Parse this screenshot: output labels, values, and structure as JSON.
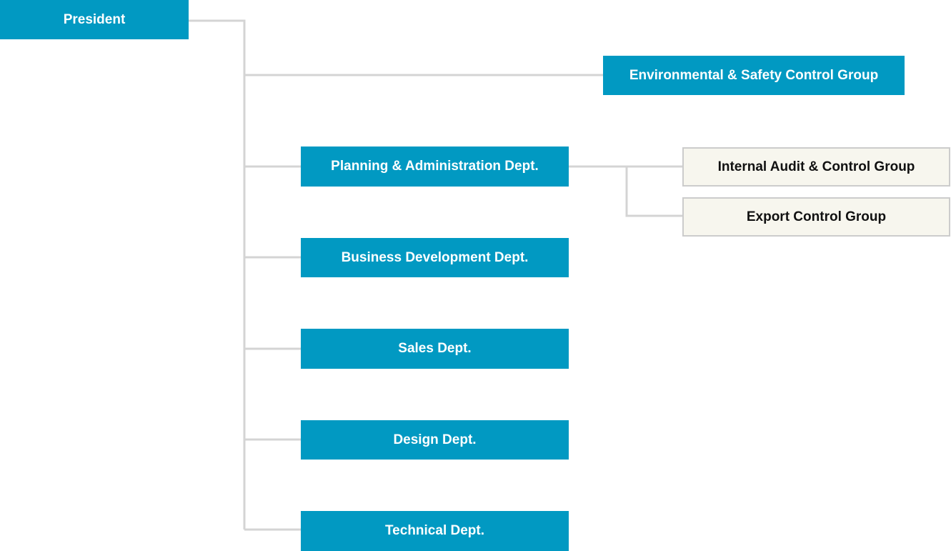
{
  "org_chart": {
    "root": {
      "label": "President"
    },
    "staff_units": [
      {
        "label": "Environmental & Safety Control Group"
      }
    ],
    "departments": [
      {
        "label": "Planning & Administration Dept.",
        "sub_groups": [
          {
            "label": "Internal Audit & Control Group"
          },
          {
            "label": "Export Control Group"
          }
        ]
      },
      {
        "label": "Business Development Dept."
      },
      {
        "label": "Sales Dept."
      },
      {
        "label": "Design Dept."
      },
      {
        "label": "Technical Dept."
      }
    ]
  },
  "colors": {
    "primary_box": "#0199c2",
    "primary_text": "#ffffff",
    "secondary_box": "#f7f6ee",
    "secondary_border": "#cccccc",
    "secondary_text": "#111111",
    "connector": "#d4d4d4"
  }
}
